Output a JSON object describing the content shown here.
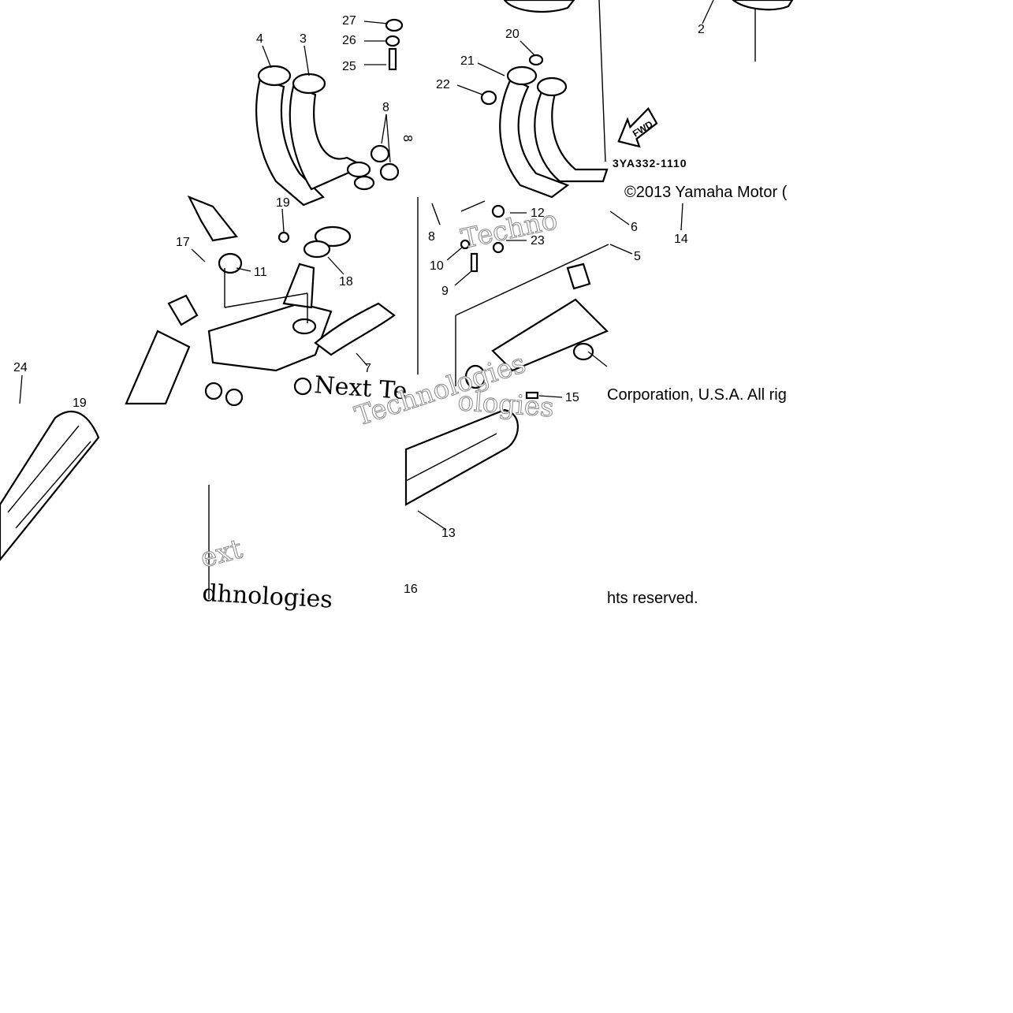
{
  "diagram": {
    "code": "3YA332-1110",
    "fwd_label": "FWD",
    "copyright": {
      "line1": "©2013 Yamaha Motor (",
      "line2": "Corporation, U.S.A. All rig",
      "line3": "hts reserved."
    },
    "watermarks": [
      "Techno",
      "Next Te",
      "Technologies",
      "ext",
      "dhnologies",
      "ologies"
    ],
    "callouts": [
      "27",
      "26",
      "25",
      "4",
      "3",
      "20",
      "21",
      "22",
      "2",
      "8",
      "8",
      "8",
      "17",
      "11",
      "18",
      "19",
      "12",
      "23",
      "10",
      "9",
      "6",
      "5",
      "14",
      "24",
      "19",
      "7",
      "15",
      "13",
      "16"
    ]
  }
}
